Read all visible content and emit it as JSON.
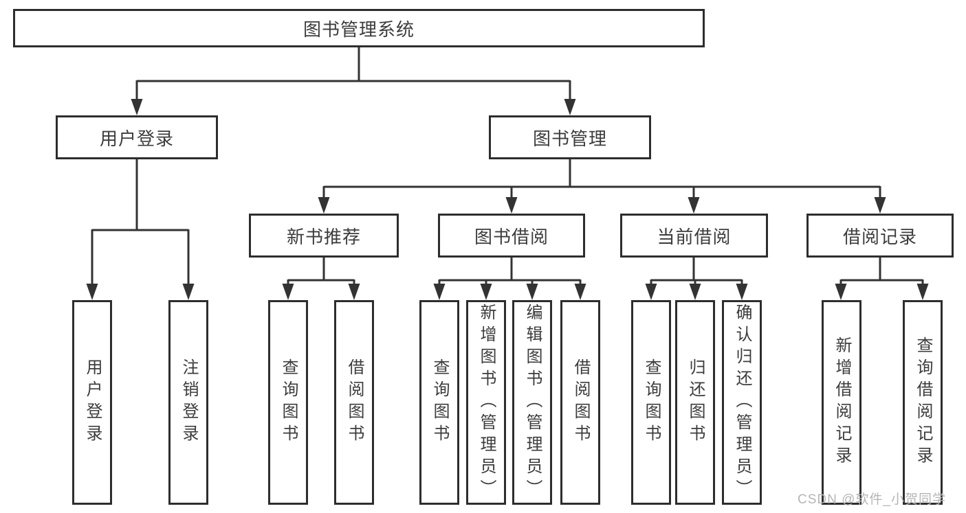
{
  "diagram": {
    "root": {
      "label": "图书管理系统"
    },
    "level2": [
      {
        "label": "用户登录"
      },
      {
        "label": "图书管理"
      }
    ],
    "level3": [
      {
        "label": "新书推荐"
      },
      {
        "label": "图书借阅"
      },
      {
        "label": "当前借阅"
      },
      {
        "label": "借阅记录"
      }
    ],
    "leaves": {
      "user_login": [
        {
          "label": "用户登录"
        },
        {
          "label": "注销登录"
        }
      ],
      "new_book_recommend": [
        {
          "label": "查询图书"
        },
        {
          "label": "借阅图书"
        }
      ],
      "book_borrow": [
        {
          "label": "查询图书"
        },
        {
          "label": "新增图书（管理员）"
        },
        {
          "label": "编辑图书（管理员）"
        },
        {
          "label": "借阅图书"
        }
      ],
      "current_borrow": [
        {
          "label": "查询图书"
        },
        {
          "label": "归还图书"
        },
        {
          "label": "确认归还（管理员）"
        }
      ],
      "borrow_records": [
        {
          "label": "新增借阅记录"
        },
        {
          "label": "查询借阅记录"
        }
      ]
    }
  },
  "watermark": {
    "text": "CSDN @软件_小贺同学"
  },
  "colors": {
    "line": "#333333",
    "box_border": "#2d2d2d",
    "text": "#3c3c3c",
    "background": "#ffffff",
    "watermark": "#b5b5b5"
  }
}
